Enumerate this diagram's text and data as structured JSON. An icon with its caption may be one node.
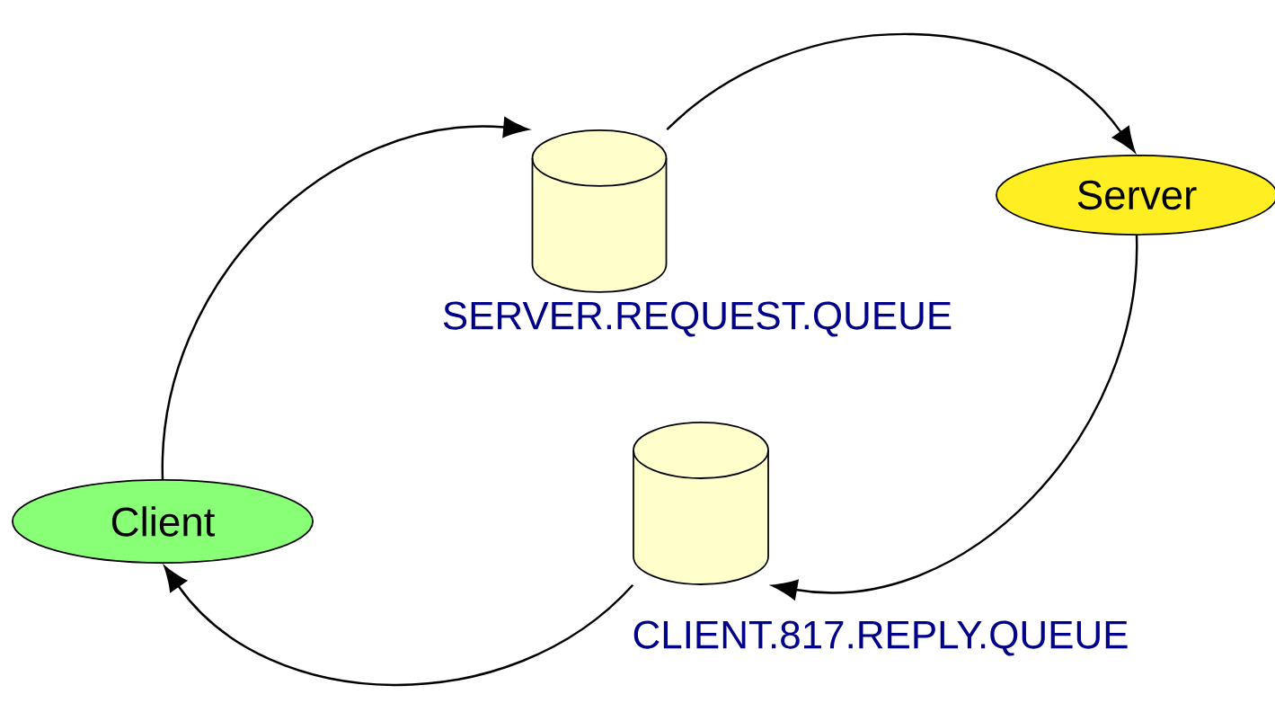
{
  "diagram": {
    "nodes": [
      {
        "text": [
          "Client"
        ]
      },
      {
        "text": [],
        "shape": "cylinder",
        "beside": [
          "SERVER.REQUEST.QUEUE"
        ]
      },
      {
        "text": [
          "Server"
        ]
      },
      {
        "text": [],
        "shape": "cylinder",
        "beside": [
          "CLIENT.817.REPLY.QUEUE"
        ]
      }
    ],
    "edges": [
      {
        "from": 0,
        "to": 1,
        "arrow": "to"
      },
      {
        "from": 1,
        "to": 2,
        "arrow": "to"
      },
      {
        "from": 2,
        "to": 3,
        "arrow": "to"
      },
      {
        "from": 3,
        "to": 0,
        "arrow": "to"
      }
    ]
  }
}
